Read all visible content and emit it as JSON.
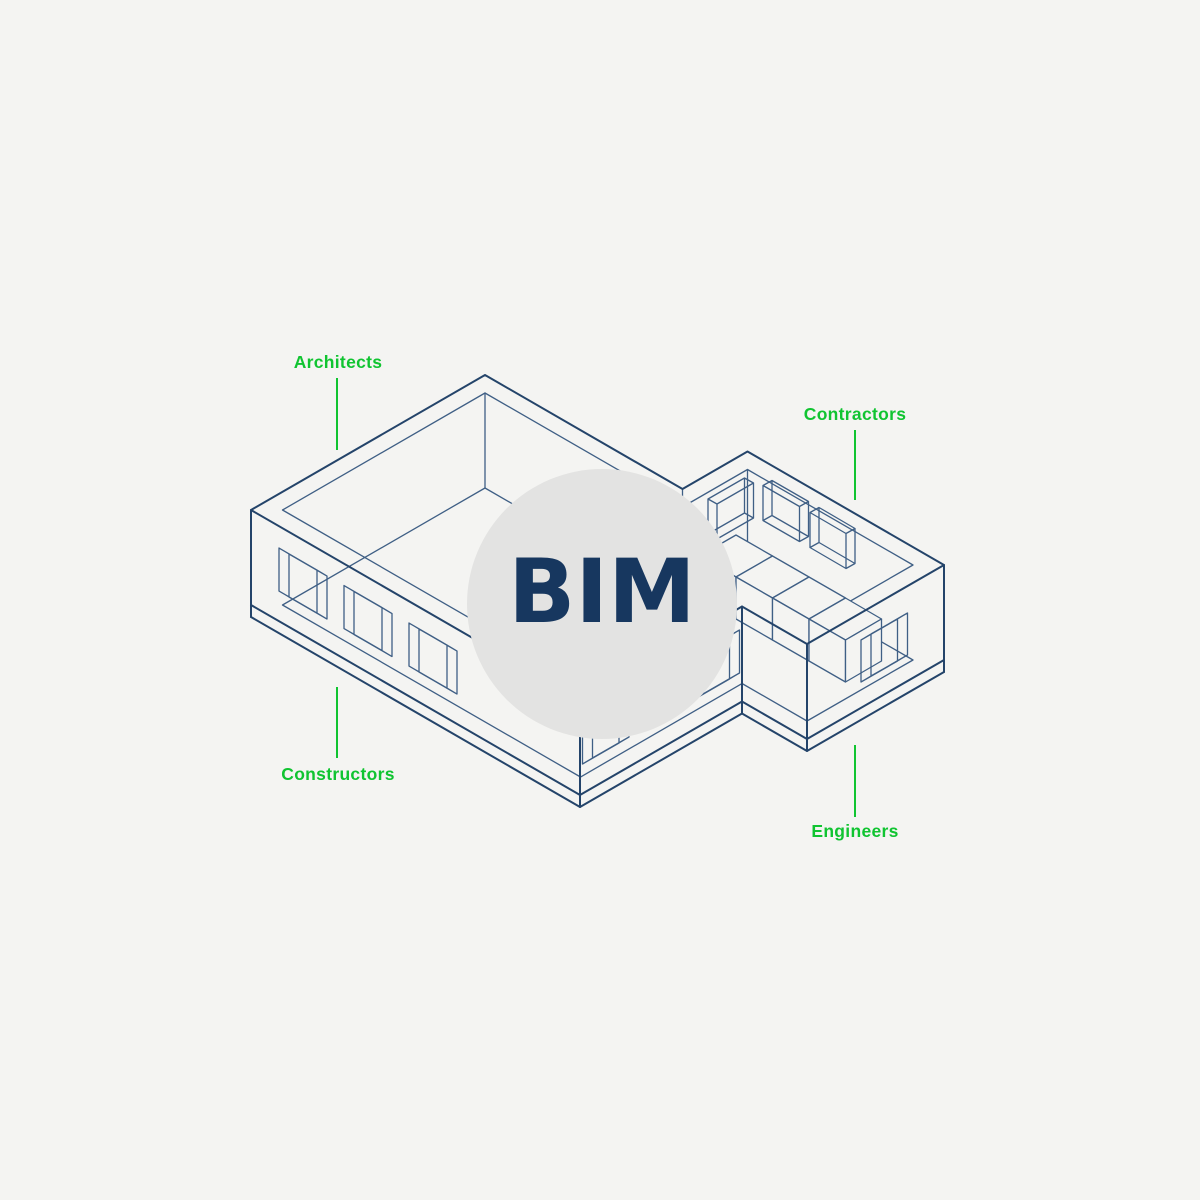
{
  "page": {
    "background_color": "#f4f4f2"
  },
  "diagram": {
    "center_label": "BIM",
    "center_label_color": "#17375f",
    "circle_color": "#e3e3e2",
    "building_outline_color": "#24446a",
    "building_detail_color": "#3f5f85",
    "accent_color": "#10c431",
    "subject": "isometric-building-wireframe",
    "annotations": [
      {
        "id": "architects",
        "label": "Architects",
        "position": "top-left"
      },
      {
        "id": "contractors",
        "label": "Contractors",
        "position": "top-right"
      },
      {
        "id": "constructors",
        "label": "Constructors",
        "position": "bottom-left"
      },
      {
        "id": "engineers",
        "label": "Engineers",
        "position": "bottom-right"
      }
    ]
  }
}
